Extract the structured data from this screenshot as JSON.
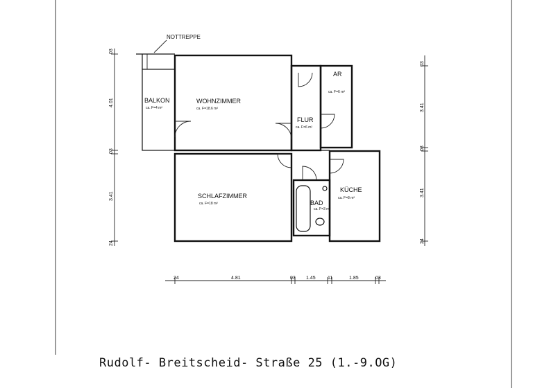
{
  "plan": {
    "rooms": {
      "wohnzimmer": {
        "name": "WOHNZIMMER",
        "area": "ca. F=18.6 m²"
      },
      "balkon": {
        "name": "BALKON",
        "area": "ca. F=4 m²"
      },
      "flur": {
        "name": "FLUR",
        "area": "ca. F=6 m²"
      },
      "ar": {
        "name": "AR",
        "area": "ca. F=6 m²"
      },
      "schlafzimmer": {
        "name": "SCHLAFZIMMER",
        "area": "ca. F=18 m²"
      },
      "bad": {
        "name": "BAD",
        "area": "ca. F=3 m²"
      },
      "kueche": {
        "name": "KÜCHE",
        "area": "ca. F=8 m²"
      }
    },
    "nottreppe": "NOTTREPPE",
    "dims_left": {
      "top": "4.01",
      "mid": "03",
      "bottom": "3.41",
      "end_top": "03",
      "end_bottom": "24"
    },
    "dims_right": {
      "top": "3.41",
      "bottom": "3.41",
      "end_top": "03",
      "mid": "03",
      "end_bottom": "24"
    },
    "dims_bottom": {
      "a": "24",
      "b": "4.81",
      "c": "03",
      "d": "1.45",
      "e": "11",
      "f": "1.85",
      "g": "03"
    }
  },
  "caption": "Rudolf- Breitscheid- Straße 25 (1.-9.OG)"
}
